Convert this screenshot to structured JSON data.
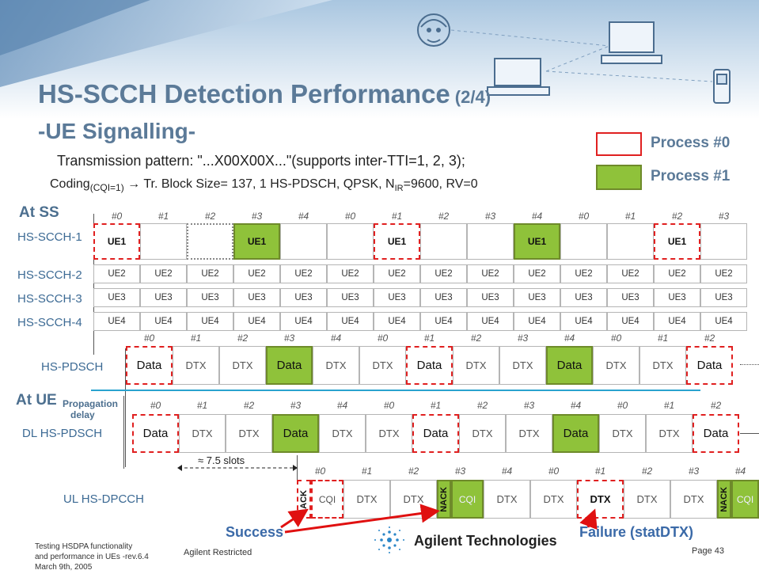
{
  "slide": {
    "title": "HS-SCCH Detection Performance",
    "title_suffix": "(2/4)",
    "subtitle": "-UE Signalling-",
    "transmission_pattern": "Transmission pattern: \"...X00X00X...\"(supports inter-TTI=1, 2, 3);",
    "coding_prefix": "Coding",
    "coding_subscript": "(CQI=1)",
    "coding_text_a": " → Tr. Block Size= 137, 1 HS-PDSCH, QPSK, N",
    "coding_nir_sub": "IR",
    "coding_text_b": "=9600, RV=0"
  },
  "legend": {
    "process0": "Process #0",
    "process1": "Process #1",
    "process0_border": "#e02020",
    "process1_fill": "#8fc23a"
  },
  "sections": {
    "at_ss": "At SS",
    "at_ue": "At UE",
    "propagation": "Propagation",
    "delay": "delay",
    "slots": "≈ 7.5 slots"
  },
  "rows": {
    "scch1": "HS-SCCH-1",
    "scch2": "HS-SCCH-2",
    "scch3": "HS-SCCH-3",
    "scch4": "HS-SCCH-4",
    "pdsch": "HS-PDSCH",
    "dl_pdsch": "DL HS-PDSCH",
    "ul_dpcch": "UL HS-DPCCH"
  },
  "subframe_numbers": [
    "#0",
    "#1",
    "#2",
    "#3",
    "#4",
    "#0",
    "#1",
    "#2",
    "#3",
    "#4",
    "#0",
    "#1",
    "#2",
    "#3"
  ],
  "ul_subframe_numbers": [
    "#0",
    "#1",
    "#2",
    "#3",
    "#4",
    "#0",
    "#1",
    "#2",
    "#3",
    "#4"
  ],
  "cell_text": {
    "ue1": "UE1",
    "ue2": "UE2",
    "ue3": "UE3",
    "ue4": "UE4",
    "data": "Data",
    "dtx": "DTX",
    "ack": "ACK",
    "nack": "NACK",
    "cqi": "CQI"
  },
  "annotations": {
    "success": "Success",
    "failure": "Failure (statDTX)"
  },
  "footer": {
    "line1": "Testing HSDPA functionality",
    "line2": "and performance in UEs -rev.6.4",
    "line3": "March 9th, 2005",
    "restricted": "Agilent Restricted",
    "company": "Agilent Technologies",
    "page": "Page 43"
  }
}
